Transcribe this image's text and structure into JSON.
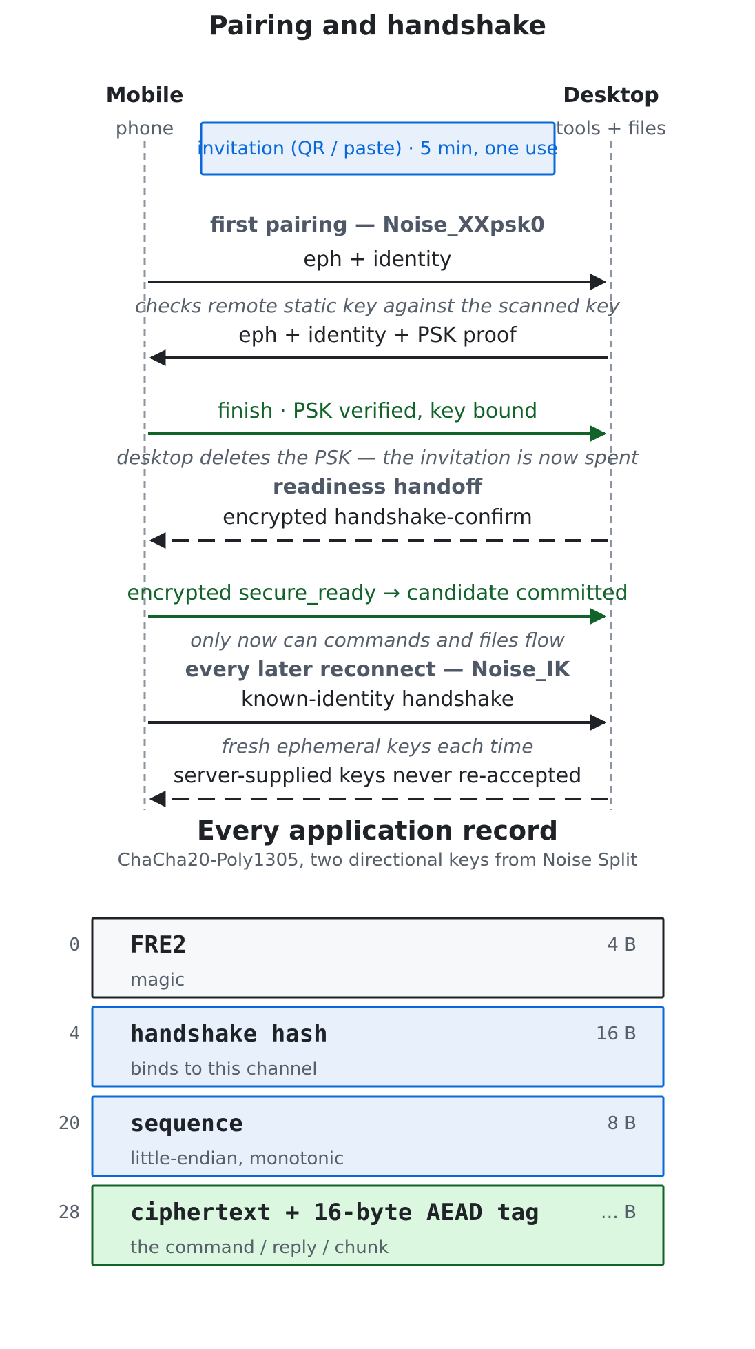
{
  "title": "Pairing and handshake",
  "actors": {
    "mobile": {
      "name": "Mobile",
      "sub": "phone"
    },
    "desktop": {
      "name": "Desktop",
      "sub": "tools + files"
    }
  },
  "invitation": "invitation (QR / paste)  ·  5 min, one use",
  "sections": {
    "first_pairing": "first pairing — Noise_XXpsk0",
    "readiness": "readiness handoff",
    "reconnect": "every later reconnect — Noise_IK"
  },
  "messages": [
    {
      "label": "eph + identity",
      "direction": "right",
      "style": "solid",
      "color": "dark"
    },
    {
      "label": "eph + identity + PSK proof",
      "direction": "left",
      "style": "solid",
      "color": "dark"
    },
    {
      "label": "finish  ·  PSK verified, key bound",
      "direction": "right",
      "style": "solid",
      "color": "green"
    },
    {
      "label": "encrypted handshake-confirm",
      "direction": "left",
      "style": "dashed",
      "color": "dark"
    },
    {
      "label": "encrypted secure_ready  →  candidate committed",
      "direction": "right",
      "style": "solid",
      "color": "green"
    },
    {
      "label": "known-identity handshake",
      "direction": "right",
      "style": "solid",
      "color": "dark"
    },
    {
      "label": "server-supplied keys never re-accepted",
      "direction": "left",
      "style": "dashed",
      "color": "dark"
    }
  ],
  "notes": {
    "checks": "checks remote static key against the scanned key",
    "deletes": "desktop deletes the PSK — the invitation is now spent",
    "only_now": "only now can commands and files flow",
    "fresh": "fresh ephemeral keys each time"
  },
  "record": {
    "title": "Every application record",
    "subtitle": "ChaCha20-Poly1305, two directional keys from Noise Split",
    "fields": [
      {
        "offset": "0",
        "name": "FRE2",
        "desc": "magic",
        "size": "4 B",
        "fill": "#f6f8fa",
        "stroke": "#1f2328"
      },
      {
        "offset": "4",
        "name": "handshake hash",
        "desc": "binds to this channel",
        "size": "16 B",
        "fill": "#e8f0fb",
        "stroke": "#0969da"
      },
      {
        "offset": "20",
        "name": "sequence",
        "desc": "little-endian, monotonic",
        "size": "8 B",
        "fill": "#e8f0fb",
        "stroke": "#0969da"
      },
      {
        "offset": "28",
        "name": "ciphertext + 16-byte AEAD tag",
        "desc": "the command / reply / chunk",
        "size": "… B",
        "fill": "#dcf7e0",
        "stroke": "#116329"
      }
    ]
  },
  "colors": {
    "dark": "#1f2328",
    "green": "#116329",
    "blue": "#0969da",
    "lifeline": "#8c959f",
    "invite_fill": "#e8f0fb"
  }
}
